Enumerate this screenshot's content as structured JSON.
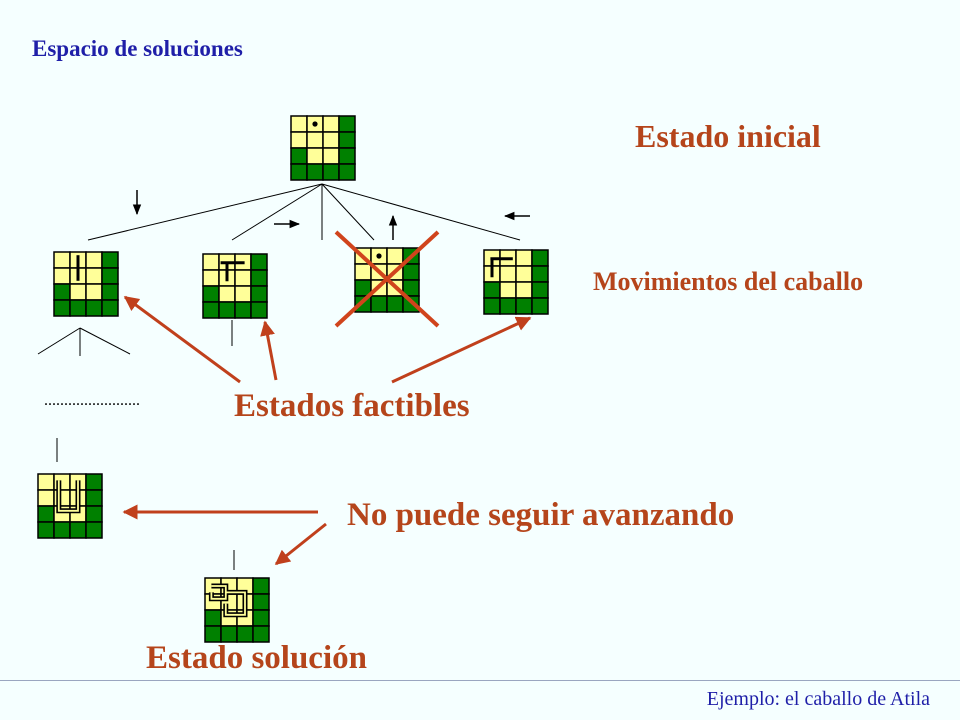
{
  "slide": {
    "title": "Espacio de soluciones",
    "footer": "Ejemplo: el caballo de Atila",
    "ellipsis": "........................"
  },
  "labels": {
    "initial_state": "Estado inicial",
    "knight_moves": "Movimientos del caballo",
    "feasible_states": "Estados factibles",
    "cannot_advance": "No puede seguir avanzando",
    "solution_state": "Estado solución"
  },
  "colors": {
    "title_blue": "#1F1FA8",
    "label_red": "#B5451B",
    "board_yellow": "#FFFF99",
    "board_green": "#008000",
    "line_black": "#000000",
    "background": "#F5FFFF"
  },
  "boards": [
    {
      "name": "board-initial",
      "green_rows": [
        2,
        3
      ],
      "green_cells_row1": [
        3
      ],
      "mark": "dot"
    },
    {
      "name": "board-move-down",
      "green_rows": [
        2,
        3
      ],
      "green_cells_row1": [
        3
      ],
      "mark": "vertical-segment"
    },
    {
      "name": "board-move-right",
      "green_rows": [
        2,
        3
      ],
      "green_cells_row1": [
        3
      ],
      "mark": "corner-right-down"
    },
    {
      "name": "board-move-up-invalid",
      "green_rows": [
        2,
        3
      ],
      "green_cells_row1": [
        3
      ],
      "mark": "dot",
      "crossed_out": true
    },
    {
      "name": "board-move-left",
      "green_rows": [
        2,
        3
      ],
      "green_cells_row1": [
        3
      ],
      "mark": "corner-left-down"
    },
    {
      "name": "board-stuck",
      "green_rows": [
        2,
        3
      ],
      "green_cells_row1": [
        3
      ],
      "mark": "u-path"
    },
    {
      "name": "board-solution",
      "green_rows": [
        2,
        3
      ],
      "green_cells_row1": [
        3
      ],
      "mark": "full-path"
    }
  ],
  "move_arrows": [
    {
      "name": "arrow-move-down",
      "direction": "down"
    },
    {
      "name": "arrow-move-right",
      "direction": "right"
    },
    {
      "name": "arrow-move-up",
      "direction": "up"
    },
    {
      "name": "arrow-move-left",
      "direction": "left"
    }
  ]
}
